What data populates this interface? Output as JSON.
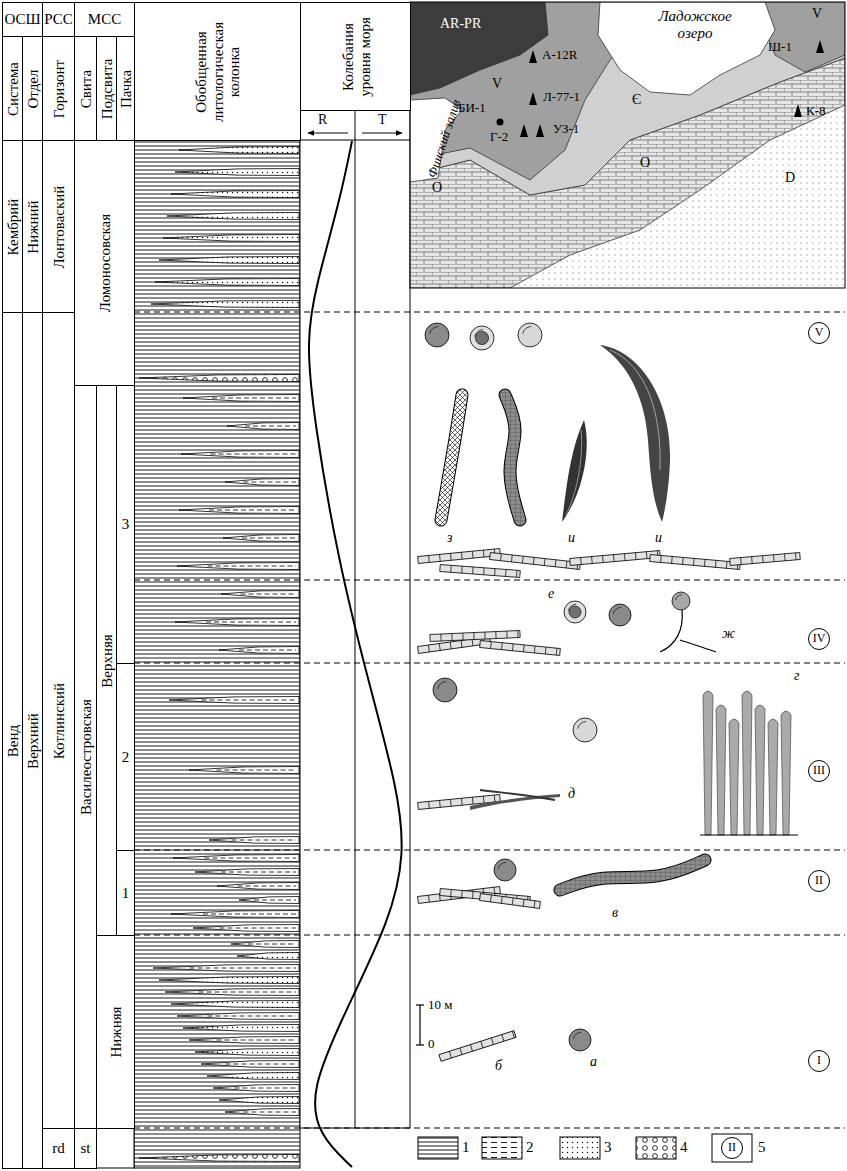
{
  "diagram": {
    "nodes": [
      {
        "text": [
          "ОСШ"
        ]
      },
      {
        "text": [
          "РСС"
        ]
      },
      {
        "text": [
          "МСС"
        ]
      },
      {
        "text": [
          "Система"
        ]
      },
      {
        "text": [
          "Отдел"
        ]
      },
      {
        "text": [
          "Горизонт"
        ]
      },
      {
        "text": [
          "Свита"
        ]
      },
      {
        "text": [
          "Подсвита"
        ]
      },
      {
        "text": [
          "Пачка"
        ]
      },
      {
        "text": [
          "Обобщенная литологическая колонка"
        ]
      },
      {
        "text": [
          "Колебания уровня моря"
        ]
      },
      {
        "text": [
          "Кембрий"
        ]
      },
      {
        "text": [
          "Нижний"
        ]
      },
      {
        "text": [
          "Лонтоваский"
        ]
      },
      {
        "text": [
          "Ломоносовская"
        ]
      },
      {
        "text": [
          "Венд"
        ]
      },
      {
        "text": [
          "Верхний"
        ]
      },
      {
        "text": [
          "Котлинский"
        ]
      },
      {
        "text": [
          "Василеостровская"
        ]
      },
      {
        "text": [
          "Верхняя"
        ]
      },
      {
        "text": [
          "Нижняя"
        ]
      },
      {
        "text": [
          "3"
        ]
      },
      {
        "text": [
          "2"
        ]
      },
      {
        "text": [
          "1"
        ]
      },
      {
        "text": [
          "rd"
        ]
      },
      {
        "text": [
          "st"
        ]
      }
    ],
    "labels": [
      "R",
      "T",
      "AR-PR",
      "Ладожское озеро",
      "V",
      "Ш-1",
      "А-12R",
      "V",
      "Финский залив",
      "БИ-1",
      "Л-77-1",
      "Є",
      "К-8",
      "УЗ-1",
      "Г-2",
      "O",
      "O",
      "D",
      "V",
      "з",
      "и",
      "и",
      "е",
      "ж",
      "IV",
      "г",
      "д",
      "III",
      "в",
      "II",
      "10 м",
      "0",
      "б",
      "а",
      "I",
      "II"
    ],
    "legend": [
      {
        "text": "1"
      },
      {
        "text": "2"
      },
      {
        "text": "3"
      },
      {
        "text": "4"
      },
      {
        "text": "5"
      }
    ]
  }
}
